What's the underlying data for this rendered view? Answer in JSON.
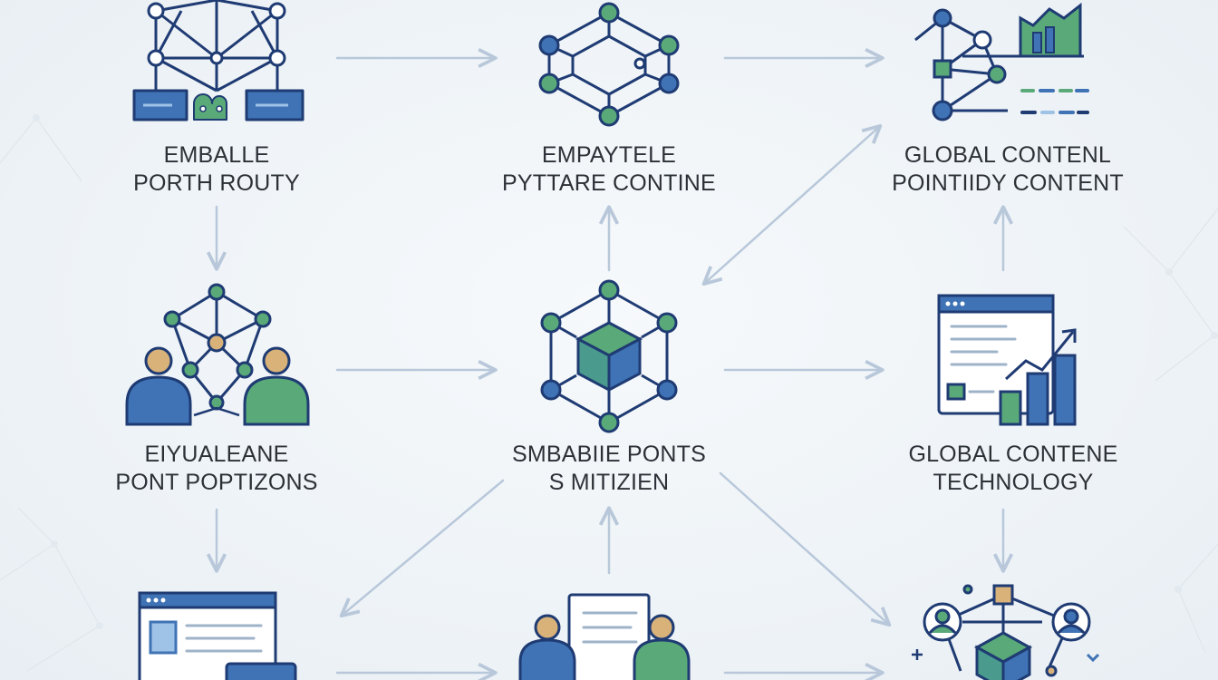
{
  "colors": {
    "navy": "#1f3b73",
    "blue": "#3f73b5",
    "green": "#5aa979",
    "teal": "#4a9b8e",
    "tan": "#d9b27a",
    "arrow": "#b8c8da",
    "background": "#f1f5f8"
  },
  "nodes": [
    {
      "id": "n1",
      "icon": "network-tower-icon",
      "lines": [
        "EMBALLE",
        "PORTH ROUTY"
      ]
    },
    {
      "id": "n2",
      "icon": "hexagon-network-icon",
      "lines": [
        "EMPAYTELE",
        "PYTTARE CONTINE"
      ]
    },
    {
      "id": "n3",
      "icon": "network-analytics-icon",
      "lines": [
        "GLOBAL CONTENL",
        "POINTIIDY CONTENT"
      ]
    },
    {
      "id": "n4",
      "icon": "people-network-icon",
      "lines": [
        "EIYUALEANE",
        "PONT POPTIZONS"
      ]
    },
    {
      "id": "n5",
      "icon": "cube-network-icon",
      "lines": [
        "SMBABIIE PONTS",
        "S MITIZIEN"
      ]
    },
    {
      "id": "n6",
      "icon": "browser-chart-icon",
      "lines": [
        "GLOBAL CONTENE",
        "TECHNOLOGY"
      ]
    },
    {
      "id": "n7",
      "icon": "browser-window-icon",
      "lines": []
    },
    {
      "id": "n8",
      "icon": "people-document-icon",
      "lines": []
    },
    {
      "id": "n9",
      "icon": "cube-users-network-icon",
      "lines": []
    }
  ]
}
